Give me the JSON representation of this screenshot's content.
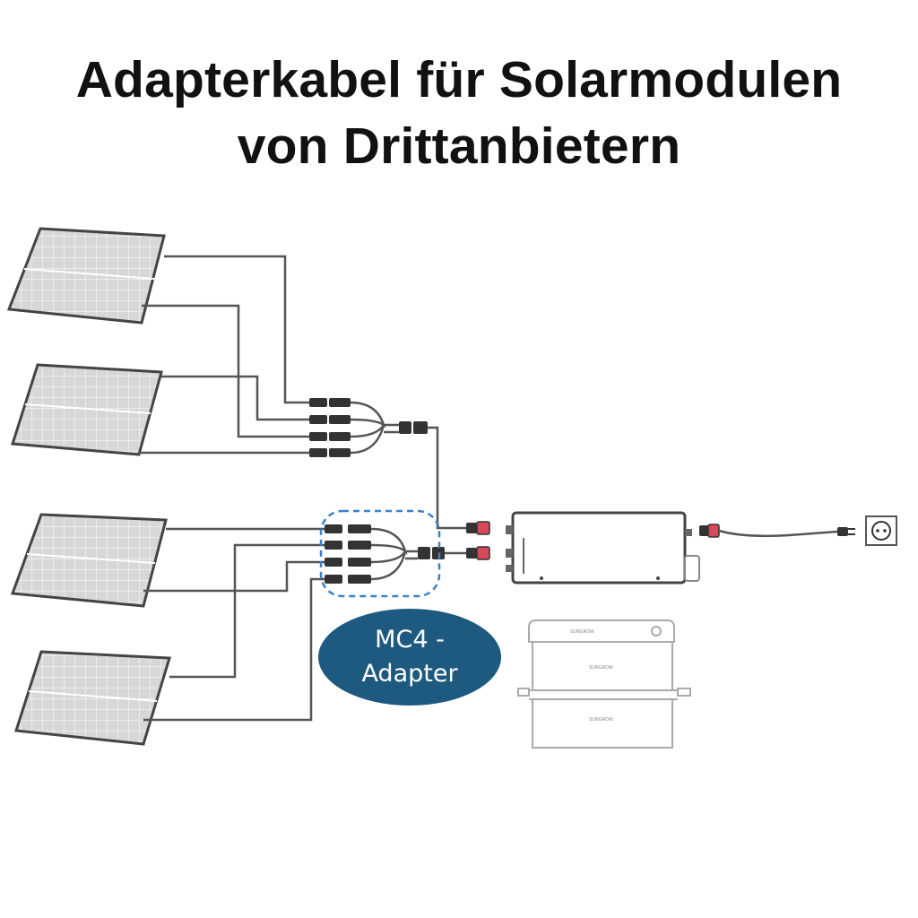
{
  "title": {
    "line1": "Adapterkabel für Solarmodulen",
    "line2": "von Drittanbietern"
  },
  "callout": {
    "line1": "MC4 -",
    "line2": "Adapter",
    "fill_color": "#1e5a80",
    "outline_color": "#3a82c8"
  },
  "battery_brand": "SUNGROW",
  "colors": {
    "cable": "#555555",
    "connector_red": "#d9475a",
    "panel_frame": "#444444"
  }
}
